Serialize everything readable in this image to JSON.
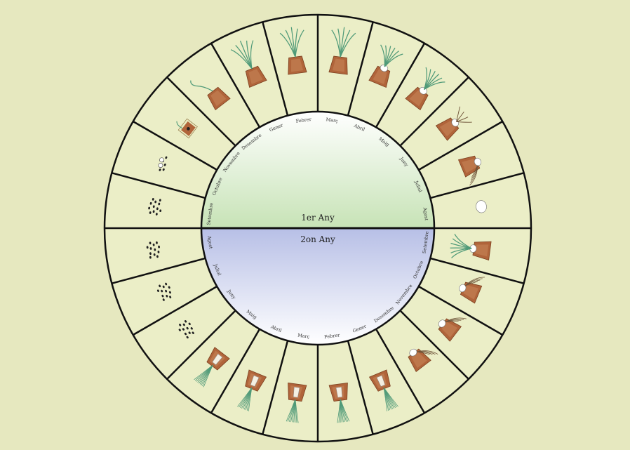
{
  "diagram": {
    "colors": {
      "background": "#e6e8bf",
      "segment_fill": "#ebeec7",
      "outline": "#111111",
      "pot": "#b0643a",
      "leaf": "#4f9a78",
      "root": "#6e5338",
      "seed": "#222222",
      "top_gradient_end": "#c7e3b6",
      "bottom_gradient_end": "#b7bfe6"
    },
    "year1": {
      "label": "1er Any",
      "months": [
        "Setembre",
        "Octubre",
        "Novembre",
        "Desembre",
        "Gener",
        "Febrer",
        "Març",
        "Abril",
        "Maig",
        "Juny",
        "Juliol",
        "Agost"
      ]
    },
    "year2": {
      "label": "2on Any",
      "months": [
        "Agost",
        "Juliol",
        "Juny",
        "Maig",
        "Abril",
        "Març",
        "Febrer",
        "Gener",
        "Desembre",
        "Novembre",
        "Octubre",
        "Setembre"
      ]
    },
    "segments_top": [
      "seeds",
      "seeds-sprouting",
      "pot-young",
      "pot-shoot",
      "pot-leaves",
      "pot-leaves",
      "pot-leaves",
      "pot-bulb",
      "pot-bulb",
      "pot-bulb-dry",
      "pot-bulb-roots",
      "bulb"
    ],
    "segments_bottom": [
      "seeds",
      "seeds",
      "seeds",
      "pot-inverted-roots",
      "pot-inverted-roots",
      "pot-inverted-roots",
      "pot-inverted-roots",
      "pot-inverted-roots",
      "pot-bulb-roots",
      "pot-bulb-roots",
      "pot-bulb-roots",
      "pot-bulb"
    ]
  }
}
